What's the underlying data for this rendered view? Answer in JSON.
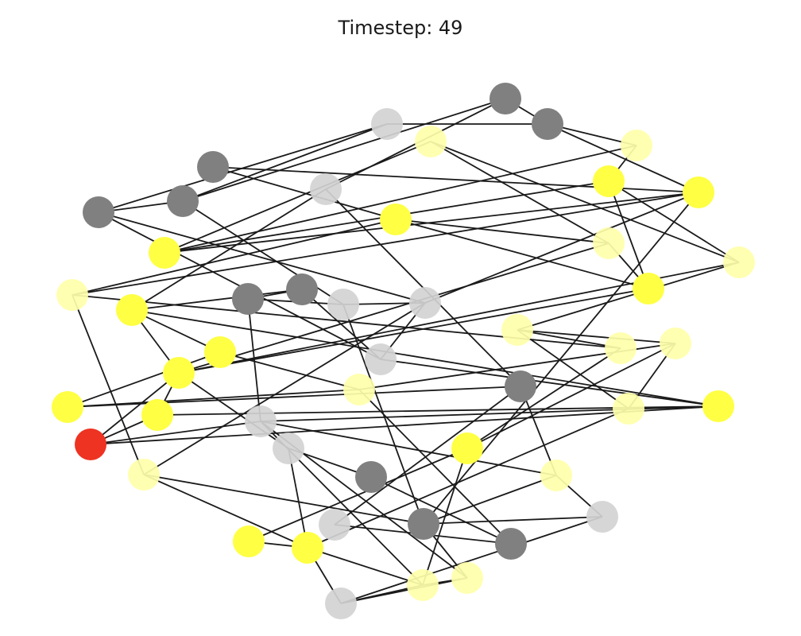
{
  "title": "Timestep: 49",
  "colors": {
    "yellow": "#ffff44",
    "yellow_faded": "#ffffaa",
    "gray": "#808080",
    "gray_faded": "#d3d3d3",
    "red": "#ee3322",
    "edge": "#1a1a1a"
  },
  "nodes": [
    {
      "id": "n1",
      "state": "gray"
    },
    {
      "id": "n2",
      "state": "gray"
    },
    {
      "id": "n3",
      "state": "yellow_faded"
    },
    {
      "id": "n4",
      "state": "gray_faded"
    },
    {
      "id": "n5",
      "state": "yellow_faded"
    },
    {
      "id": "n6",
      "state": "gray"
    },
    {
      "id": "n7",
      "state": "yellow"
    },
    {
      "id": "n8",
      "state": "yellow"
    },
    {
      "id": "n9",
      "state": "gray_faded"
    },
    {
      "id": "n10",
      "state": "gray"
    },
    {
      "id": "n11",
      "state": "gray"
    },
    {
      "id": "n12",
      "state": "yellow"
    },
    {
      "id": "n13",
      "state": "yellow_faded"
    },
    {
      "id": "n14",
      "state": "yellow_faded"
    },
    {
      "id": "n15",
      "state": "yellow"
    },
    {
      "id": "n16",
      "state": "yellow"
    },
    {
      "id": "n17",
      "state": "yellow_faded"
    },
    {
      "id": "n18",
      "state": "gray"
    },
    {
      "id": "n19",
      "state": "gray"
    },
    {
      "id": "n20",
      "state": "yellow"
    },
    {
      "id": "n21",
      "state": "gray_faded"
    },
    {
      "id": "n22",
      "state": "gray_faded"
    },
    {
      "id": "n23",
      "state": "yellow_faded"
    },
    {
      "id": "n24",
      "state": "yellow_faded"
    },
    {
      "id": "n25",
      "state": "yellow_faded"
    },
    {
      "id": "n26",
      "state": "gray_faded"
    },
    {
      "id": "n27",
      "state": "yellow"
    },
    {
      "id": "n28",
      "state": "yellow"
    },
    {
      "id": "n29",
      "state": "yellow_faded"
    },
    {
      "id": "n30",
      "state": "gray"
    },
    {
      "id": "n31",
      "state": "yellow"
    },
    {
      "id": "n32",
      "state": "yellow_faded"
    },
    {
      "id": "n33",
      "state": "yellow"
    },
    {
      "id": "n34",
      "state": "yellow"
    },
    {
      "id": "n35",
      "state": "gray_faded"
    },
    {
      "id": "n36",
      "state": "red"
    },
    {
      "id": "n37",
      "state": "yellow"
    },
    {
      "id": "n38",
      "state": "gray_faded"
    },
    {
      "id": "n39",
      "state": "gray"
    },
    {
      "id": "n40",
      "state": "yellow_faded"
    },
    {
      "id": "n41",
      "state": "yellow_faded"
    },
    {
      "id": "n42",
      "state": "gray_faded"
    },
    {
      "id": "n43",
      "state": "gray"
    },
    {
      "id": "n44",
      "state": "yellow"
    },
    {
      "id": "n45",
      "state": "gray_faded"
    },
    {
      "id": "n46",
      "state": "gray"
    },
    {
      "id": "n47",
      "state": "yellow"
    },
    {
      "id": "n48",
      "state": "yellow_faded"
    },
    {
      "id": "n49",
      "state": "yellow_faded"
    },
    {
      "id": "n50",
      "state": "gray_faded"
    }
  ],
  "edges": [
    [
      "n1",
      "n2"
    ],
    [
      "n1",
      "n10"
    ],
    [
      "n1",
      "n9"
    ],
    [
      "n2",
      "n4"
    ],
    [
      "n2",
      "n3"
    ],
    [
      "n2",
      "n8"
    ],
    [
      "n3",
      "n15"
    ],
    [
      "n3",
      "n7"
    ],
    [
      "n4",
      "n10"
    ],
    [
      "n4",
      "n11"
    ],
    [
      "n5",
      "n15"
    ],
    [
      "n5",
      "n14"
    ],
    [
      "n5",
      "n13"
    ],
    [
      "n6",
      "n12"
    ],
    [
      "n6",
      "n8"
    ],
    [
      "n7",
      "n15"
    ],
    [
      "n7",
      "n14"
    ],
    [
      "n7",
      "n16"
    ],
    [
      "n8",
      "n15"
    ],
    [
      "n8",
      "n17"
    ],
    [
      "n8",
      "n22"
    ],
    [
      "n8",
      "n43"
    ],
    [
      "n9",
      "n20"
    ],
    [
      "n9",
      "n30"
    ],
    [
      "n10",
      "n11"
    ],
    [
      "n10",
      "n21"
    ],
    [
      "n11",
      "n22"
    ],
    [
      "n11",
      "n26"
    ],
    [
      "n12",
      "n17"
    ],
    [
      "n12",
      "n13"
    ],
    [
      "n12",
      "n16"
    ],
    [
      "n13",
      "n16"
    ],
    [
      "n13",
      "n28"
    ],
    [
      "n14",
      "n23"
    ],
    [
      "n14",
      "n28"
    ],
    [
      "n16",
      "n28"
    ],
    [
      "n17",
      "n24"
    ],
    [
      "n17",
      "n41"
    ],
    [
      "n18",
      "n19"
    ],
    [
      "n18",
      "n20"
    ],
    [
      "n18",
      "n26"
    ],
    [
      "n19",
      "n35"
    ],
    [
      "n19",
      "n21"
    ],
    [
      "n20",
      "n28"
    ],
    [
      "n20",
      "n27"
    ],
    [
      "n20",
      "n33"
    ],
    [
      "n21",
      "n22"
    ],
    [
      "n21",
      "n43"
    ],
    [
      "n22",
      "n26"
    ],
    [
      "n22",
      "n41"
    ],
    [
      "n23",
      "n25"
    ],
    [
      "n23",
      "n32"
    ],
    [
      "n23",
      "n24"
    ],
    [
      "n24",
      "n37"
    ],
    [
      "n25",
      "n29"
    ],
    [
      "n25",
      "n32"
    ],
    [
      "n25",
      "n37"
    ],
    [
      "n26",
      "n33"
    ],
    [
      "n27",
      "n29"
    ],
    [
      "n27",
      "n31"
    ],
    [
      "n28",
      "n34"
    ],
    [
      "n28",
      "n36"
    ],
    [
      "n28",
      "n38"
    ],
    [
      "n29",
      "n31"
    ],
    [
      "n29",
      "n46"
    ],
    [
      "n30",
      "n31"
    ],
    [
      "n30",
      "n40"
    ],
    [
      "n30",
      "n45"
    ],
    [
      "n32",
      "n47"
    ],
    [
      "n33",
      "n35"
    ],
    [
      "n33",
      "n36"
    ],
    [
      "n33",
      "n34"
    ],
    [
      "n34",
      "n36"
    ],
    [
      "n35",
      "n36"
    ],
    [
      "n35",
      "n40"
    ],
    [
      "n35",
      "n48"
    ],
    [
      "n35",
      "n49"
    ],
    [
      "n37",
      "n44"
    ],
    [
      "n37",
      "n49"
    ],
    [
      "n38",
      "n39"
    ],
    [
      "n38",
      "n47"
    ],
    [
      "n39",
      "n46"
    ],
    [
      "n40",
      "n42"
    ],
    [
      "n40",
      "n43"
    ],
    [
      "n41",
      "n47"
    ],
    [
      "n41",
      "n43"
    ],
    [
      "n42",
      "n43"
    ],
    [
      "n42",
      "n50"
    ],
    [
      "n44",
      "n47"
    ],
    [
      "n45",
      "n46"
    ],
    [
      "n47",
      "n49"
    ],
    [
      "n48",
      "n49"
    ],
    [
      "n48",
      "n50"
    ],
    [
      "n48",
      "n43"
    ],
    [
      "n49",
      "n50"
    ],
    [
      "n50",
      "n47"
    ]
  ]
}
